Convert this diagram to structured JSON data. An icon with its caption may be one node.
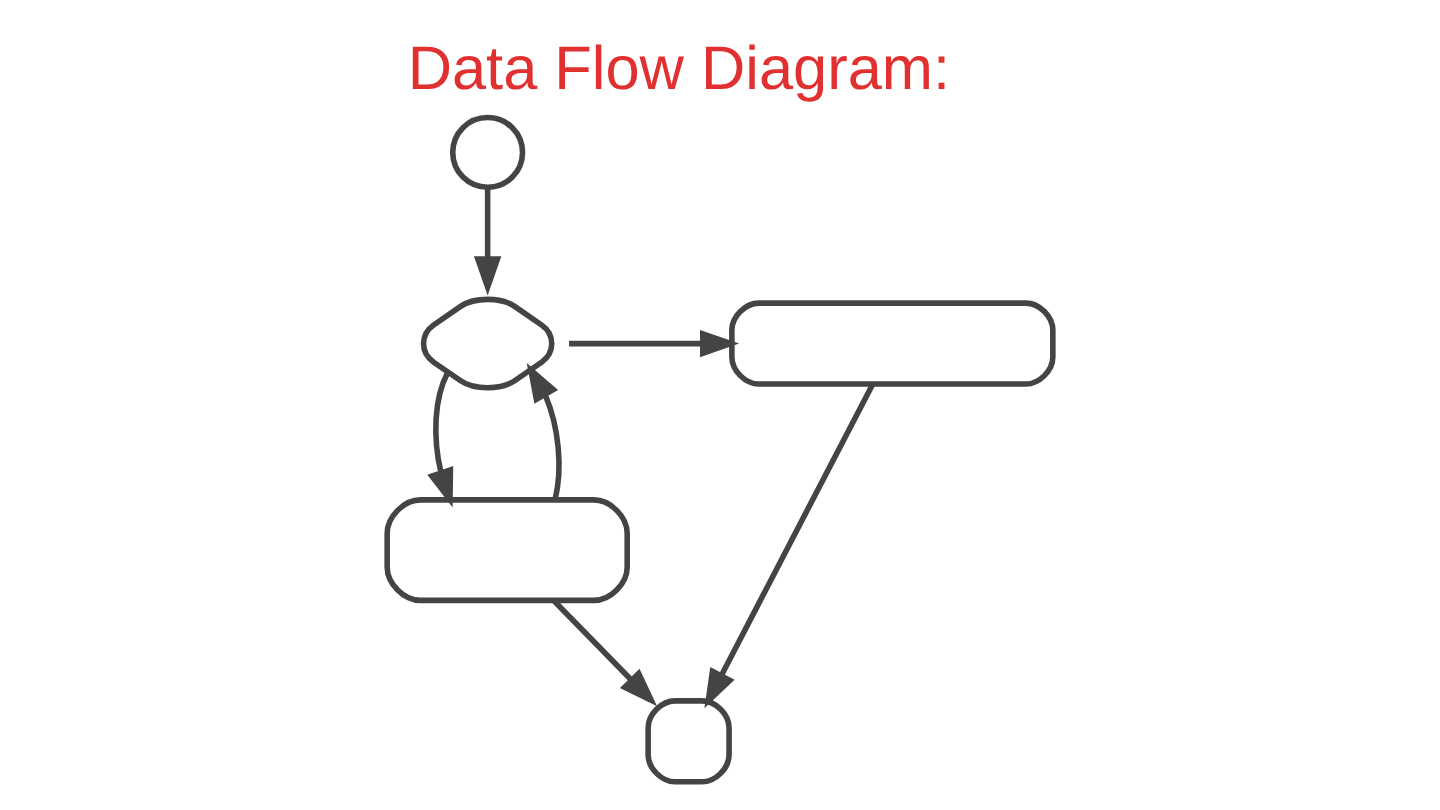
{
  "diagram": {
    "title": "Data Flow Diagram:",
    "nodes": [
      {
        "text": [],
        "shape": "circle"
      },
      {
        "text": [],
        "shape": "diamond"
      },
      {
        "text": [],
        "shape": "box"
      },
      {
        "text": [],
        "shape": "box"
      },
      {
        "text": [],
        "shape": "box"
      }
    ],
    "edges": [
      {
        "from": 0,
        "to": 1,
        "arrow": "to"
      },
      {
        "from": 1,
        "to": 2,
        "arrow": "to"
      },
      {
        "from": 1,
        "to": 3,
        "arrow": "to"
      },
      {
        "from": 3,
        "to": 1,
        "arrow": "to"
      },
      {
        "from": 2,
        "to": 4,
        "arrow": "to"
      },
      {
        "from": 3,
        "to": 4,
        "arrow": "to"
      }
    ]
  }
}
